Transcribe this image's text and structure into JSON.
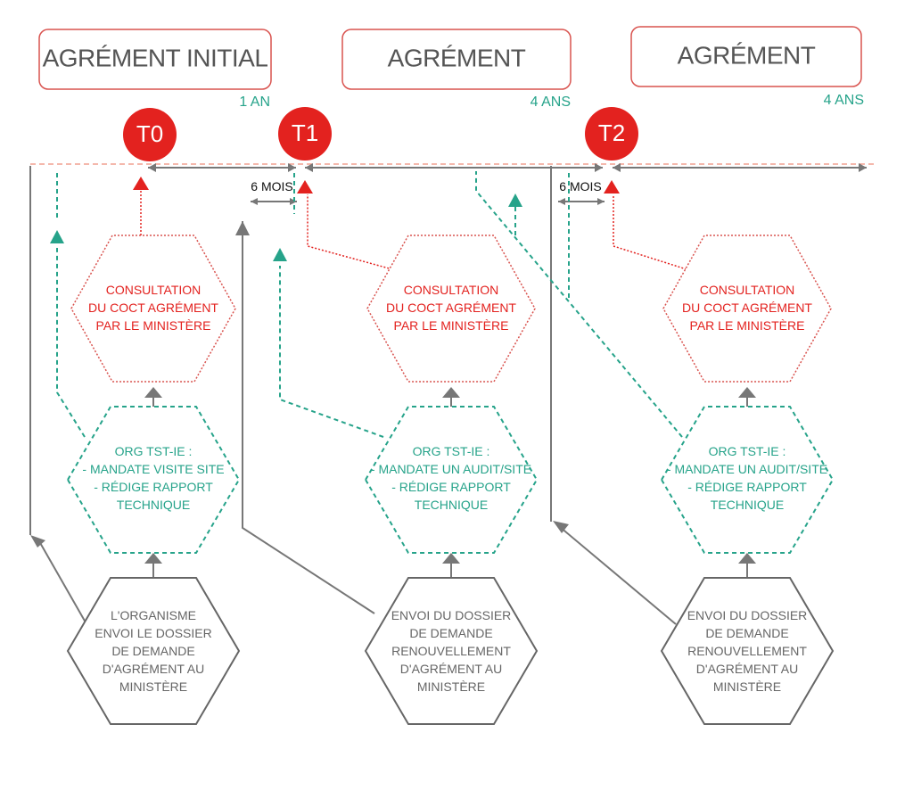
{
  "phases": [
    {
      "label": "AGRÉMENT INITIAL",
      "duration": "1 AN"
    },
    {
      "label": "AGRÉMENT",
      "duration": "4 ANS"
    },
    {
      "label": "AGRÉMENT",
      "duration": "4 ANS"
    }
  ],
  "milestones": [
    "T0",
    "T1",
    "T2"
  ],
  "gaps": [
    "6 MOIS",
    "6 MOIS"
  ],
  "consultation": {
    "lines": [
      "CONSULTATION",
      "DU COCT AGRÉMENT",
      "PAR LE MINISTÈRE"
    ]
  },
  "org": [
    {
      "lines": [
        "ORG TST-IE :",
        "- MANDATE VISITE SITE",
        "- RÉDIGE RAPPORT",
        "TECHNIQUE"
      ]
    },
    {
      "lines": [
        "ORG TST-IE :",
        "- MANDATE UN AUDIT/SITE",
        "- RÉDIGE RAPPORT",
        "TECHNIQUE"
      ]
    },
    {
      "lines": [
        "ORG TST-IE :",
        "- MANDATE UN AUDIT/SITE",
        "- RÉDIGE RAPPORT",
        "TECHNIQUE"
      ]
    }
  ],
  "dossier": [
    {
      "lines": [
        "L'ORGANISME",
        "ENVOI LE DOSSIER",
        "DE DEMANDE",
        "D'AGRÉMENT AU",
        "MINISTÈRE"
      ]
    },
    {
      "lines": [
        "ENVOI DU DOSSIER",
        "DE DEMANDE",
        "RENOUVELLEMENT",
        "D'AGRÉMENT AU",
        "MINISTÈRE"
      ]
    },
    {
      "lines": [
        "ENVOI DU DOSSIER",
        "DE DEMANDE",
        "RENOUVELLEMENT",
        "D'AGRÉMENT AU",
        "MINISTÈRE"
      ]
    }
  ],
  "colors": {
    "red": "#e3221f",
    "green": "#26a38a",
    "grey": "#777777",
    "box_border": "#d9534f"
  }
}
